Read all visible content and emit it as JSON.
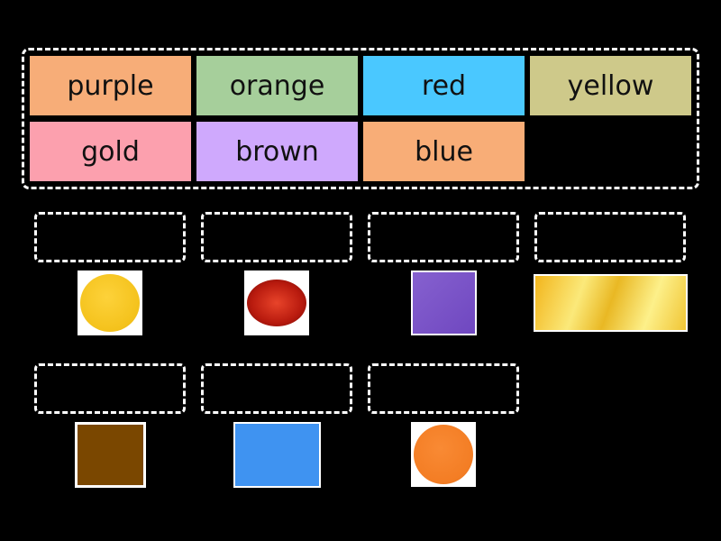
{
  "activity": "match-up",
  "tiles": [
    {
      "label": "purple",
      "color": "#f7ad78"
    },
    {
      "label": "orange",
      "color": "#a6cf9b"
    },
    {
      "label": "red",
      "color": "#4ac8ff"
    },
    {
      "label": "yellow",
      "color": "#cec98a"
    },
    {
      "label": "gold",
      "color": "#fca0ae"
    },
    {
      "label": "brown",
      "color": "#cfa9fd"
    },
    {
      "label": "blue",
      "color": "#f8ad77"
    }
  ],
  "images": [
    {
      "name": "yellow-paint-blob",
      "color": "#fdce2c"
    },
    {
      "name": "red-gem",
      "color": "#c21e10"
    },
    {
      "name": "purple-square",
      "color": "#7b55c7"
    },
    {
      "name": "gold-bar",
      "color": "#f4d04a"
    },
    {
      "name": "brown-square",
      "color": "#7a4700"
    },
    {
      "name": "blue-rectangle",
      "color": "#3f93f1"
    },
    {
      "name": "orange-paint-blob",
      "color": "#f5812c"
    }
  ]
}
